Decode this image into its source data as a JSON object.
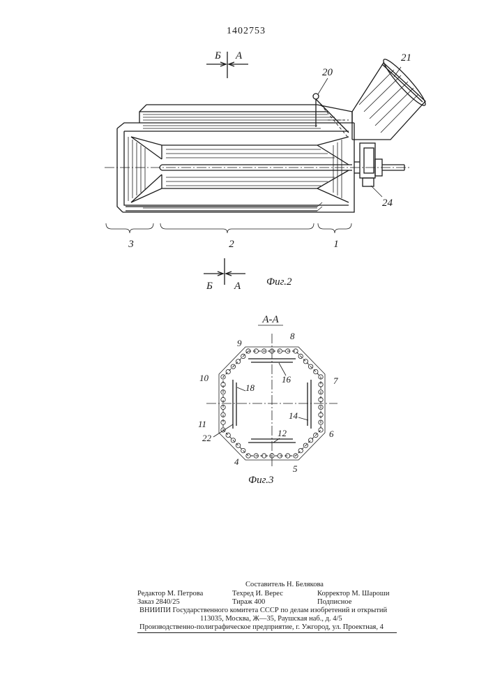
{
  "patent_number": "1402753",
  "fig2": {
    "caption": "Фиг.2",
    "section_marks": {
      "left": "Б",
      "right": "А"
    },
    "callouts": {
      "c20": "20",
      "c21": "21",
      "c24": "24"
    },
    "zones": {
      "z1": "1",
      "z2": "2",
      "z3": "3"
    }
  },
  "fig3": {
    "section_title": "А-А",
    "caption": "Фиг.3",
    "callouts": {
      "c4": "4",
      "c5": "5",
      "c6": "6",
      "c7": "7",
      "c8": "8",
      "c9": "9",
      "c10": "10",
      "c11": "11",
      "c12": "12",
      "c14": "14",
      "c16": "16",
      "c18": "18",
      "c22": "22"
    }
  },
  "imprint": {
    "compiler": "Составитель Н. Белякова",
    "editor": "Редактор М. Петрова",
    "techred": "Техред И. Верес",
    "corrector": "Корректор М. Шароши",
    "order": "Заказ 2840/25",
    "circulation": "Тираж 400",
    "subscription": "Подписное",
    "institute": "ВНИИПИ Государственного комитета СССР по делам изобретений и открытий",
    "address": "113035, Москва, Ж—35, Раушская наб., д. 4/5",
    "printer": "Производственно-полиграфическое предприятие, г. Ужгород, ул. Проектная, 4"
  }
}
